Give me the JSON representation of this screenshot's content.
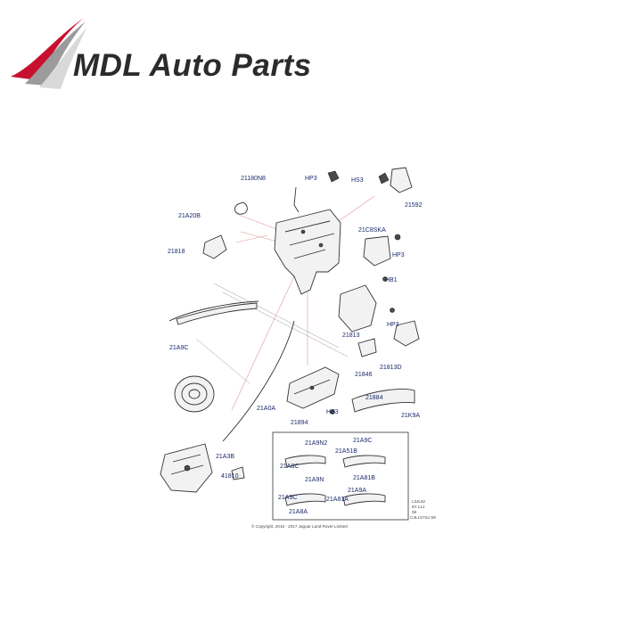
{
  "logo": {
    "brand_text": "MDL Auto Parts",
    "accent_color": "#c8102e",
    "icon": "swoosh-logo-icon"
  },
  "diagram": {
    "callouts": [
      "21180N8",
      "HP3",
      "HS3",
      "21592",
      "21A20B",
      "21818",
      "21C8SKA",
      "HP3",
      "HB1",
      "HP3",
      "21813",
      "21A9C",
      "21846",
      "21813D",
      "21894",
      "21A0A",
      "HS3",
      "21884",
      "21K9A",
      "21A9N2",
      "21A9C",
      "21A8C",
      "21A51B",
      "21A9N",
      "21A81B",
      "21A9C",
      "21A81A",
      "21A9A",
      "21A8A",
      "21A3B",
      "41810"
    ],
    "footer_codes": [
      "L3JL62",
      "8Y L1J",
      "08",
      "C3L1S7SJ S8"
    ],
    "copyright": "© Copyright, 2016 - 2017 Jaguar Land Rover Limited"
  }
}
